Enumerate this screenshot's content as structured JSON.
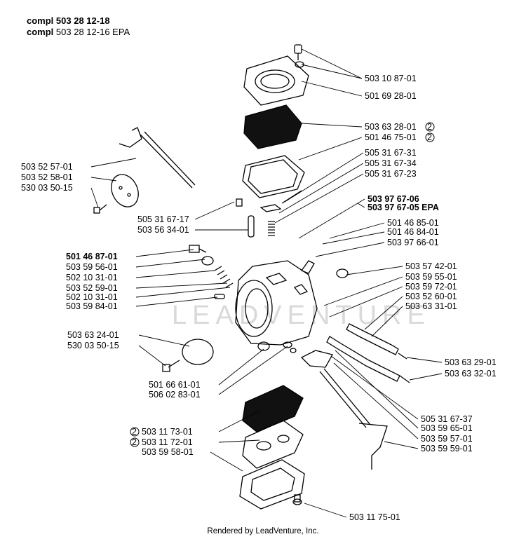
{
  "header": {
    "line1_prefix": "compl",
    "line1_number": "503 28 12-18",
    "line2_prefix": "compl",
    "line2_number": "503 28 12-16 EPA"
  },
  "watermark": "LEADVENTURE",
  "footer": "Rendered by LeadVenture, Inc.",
  "parts": {
    "p1": "503 10 87-01",
    "p2": "501 69 28-01",
    "p3": "503 63 28-01",
    "p4": "501 46 75-01",
    "p5": "505 31 67-31",
    "p6": "505 31 67-34",
    "p7": "505 31 67-23",
    "p8": "503 97 67-06",
    "p9": "503 97 67-05 EPA",
    "p10": "501 46 85-01",
    "p11": "501 46 84-01",
    "p12": "503 97 66-01",
    "p13": "503 57 42-01",
    "p14": "503 59 55-01",
    "p15": "503 59 72-01",
    "p16": "503 52 60-01",
    "p17": "503 63 31-01",
    "p18": "503 63 29-01",
    "p19": "503 63 32-01",
    "p20": "505 31 67-37",
    "p21": "503 59 65-01",
    "p22": "503 59 57-01",
    "p23": "503 59 59-01",
    "p24": "503 11 75-01",
    "p25": "503 52 57-01",
    "p26": "503 52 58-01",
    "p27": "530 03 50-15",
    "p28": "505 31 67-17",
    "p29": "503 56 34-01",
    "p30": "501 46 87-01",
    "p31": "503 59 56-01",
    "p32": "502 10 31-01",
    "p33": "503 52 59-01",
    "p34": "502 10 31-01",
    "p35": "503 59 84-01",
    "p36": "503 63 24-01",
    "p37": "530 03 50-15",
    "p38": "501 66 61-01",
    "p39": "506 02 83-01",
    "p40": "503 11 73-01",
    "p41": "503 11 72-01",
    "p42": "503 59 58-01"
  },
  "note_marker": "2"
}
